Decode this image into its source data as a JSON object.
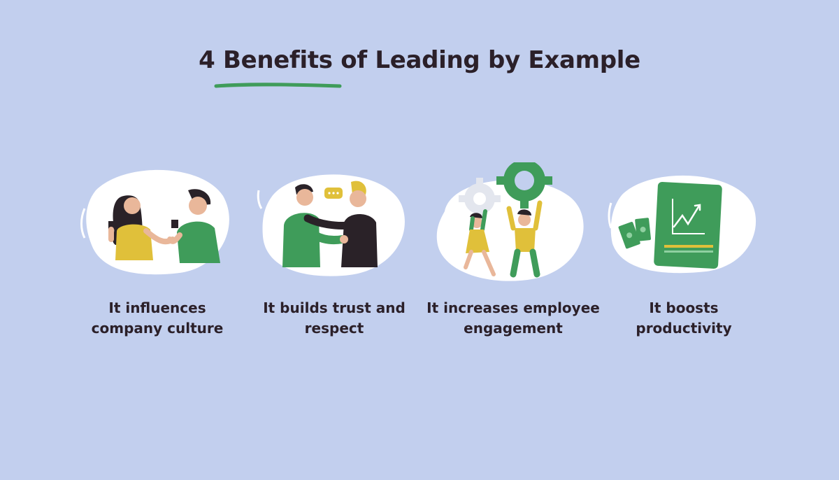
{
  "heading": {
    "title": "4 Benefits of Leading by Example"
  },
  "colors": {
    "background": "#c2cfee",
    "text": "#2b2029",
    "accent_green": "#3f9c5a",
    "accent_yellow": "#e0c03a",
    "dark_suit": "#2a2228",
    "gear_grey": "#e3e6ee"
  },
  "benefits": [
    {
      "line1": "It influences",
      "line2": "company culture",
      "icon": "coworkers-coffee-illustration"
    },
    {
      "line1": "It builds trust and",
      "line2": "respect",
      "icon": "handshake-illustration"
    },
    {
      "line1": "It increases employee",
      "line2": "engagement",
      "icon": "team-lifting-gears-illustration"
    },
    {
      "line1": "It boosts",
      "line2": "productivity",
      "icon": "growth-chart-money-illustration"
    }
  ]
}
